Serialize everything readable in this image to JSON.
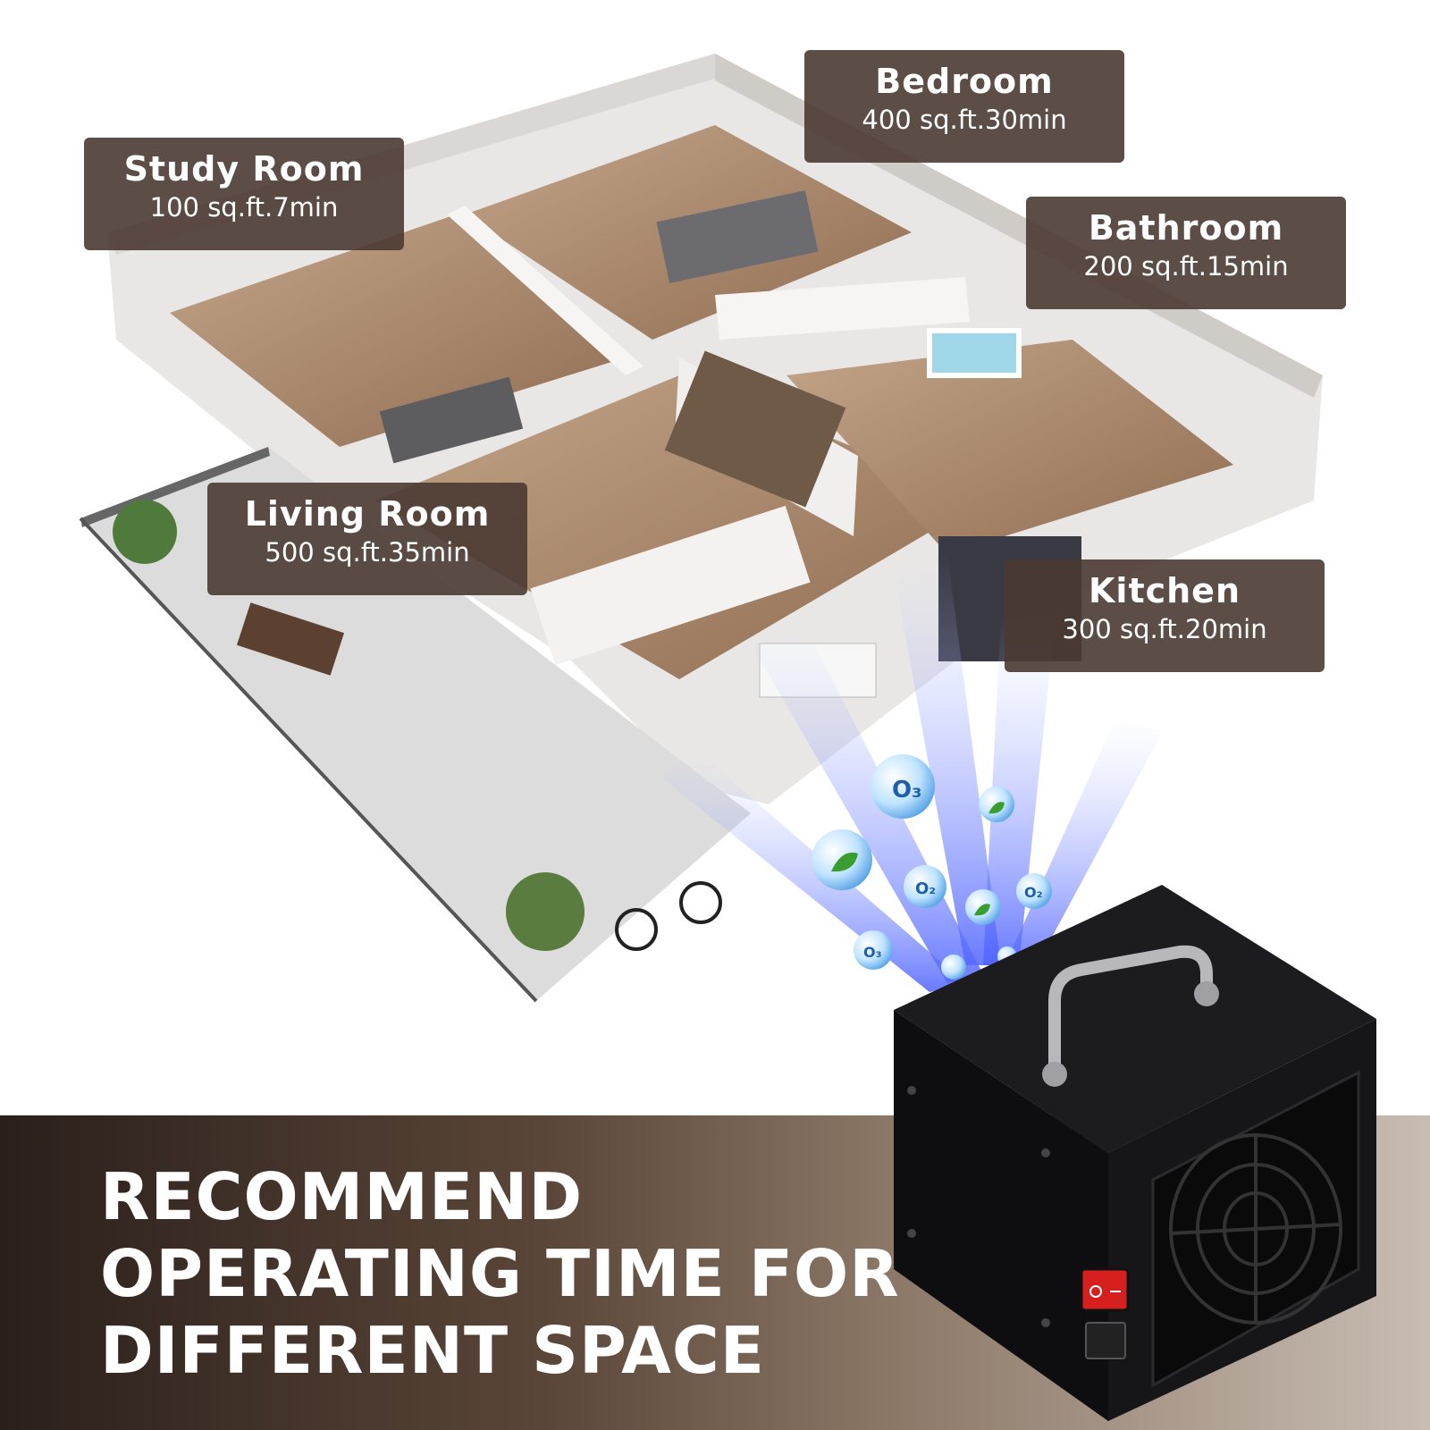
{
  "rooms": {
    "study": {
      "name": "Study Room",
      "spec": "100 sq.ft.7min"
    },
    "bedroom": {
      "name": "Bedroom",
      "spec": "400 sq.ft.30min"
    },
    "bathroom": {
      "name": "Bathroom",
      "spec": "200 sq.ft.15min"
    },
    "living": {
      "name": "Living Room",
      "spec": "500 sq.ft.35min"
    },
    "kitchen": {
      "name": "Kitchen",
      "spec": "300 sq.ft.20min"
    }
  },
  "headline": {
    "line1": "RECOMMEND",
    "line2": "OPERATING TIME FOR",
    "line3": "DIFFERENT SPACE"
  },
  "bubbles": {
    "o3": "O₃",
    "o2": "O₂"
  },
  "colors": {
    "label_bg": "#4a3a32",
    "floor": "#a8866a",
    "wall": "#ececec",
    "ray": "#6a7dff",
    "device": "#111111",
    "switch": "#d61f1f"
  },
  "icons": {
    "leaf": "leaf-icon",
    "molecule": "ozone-bubble-icon"
  }
}
